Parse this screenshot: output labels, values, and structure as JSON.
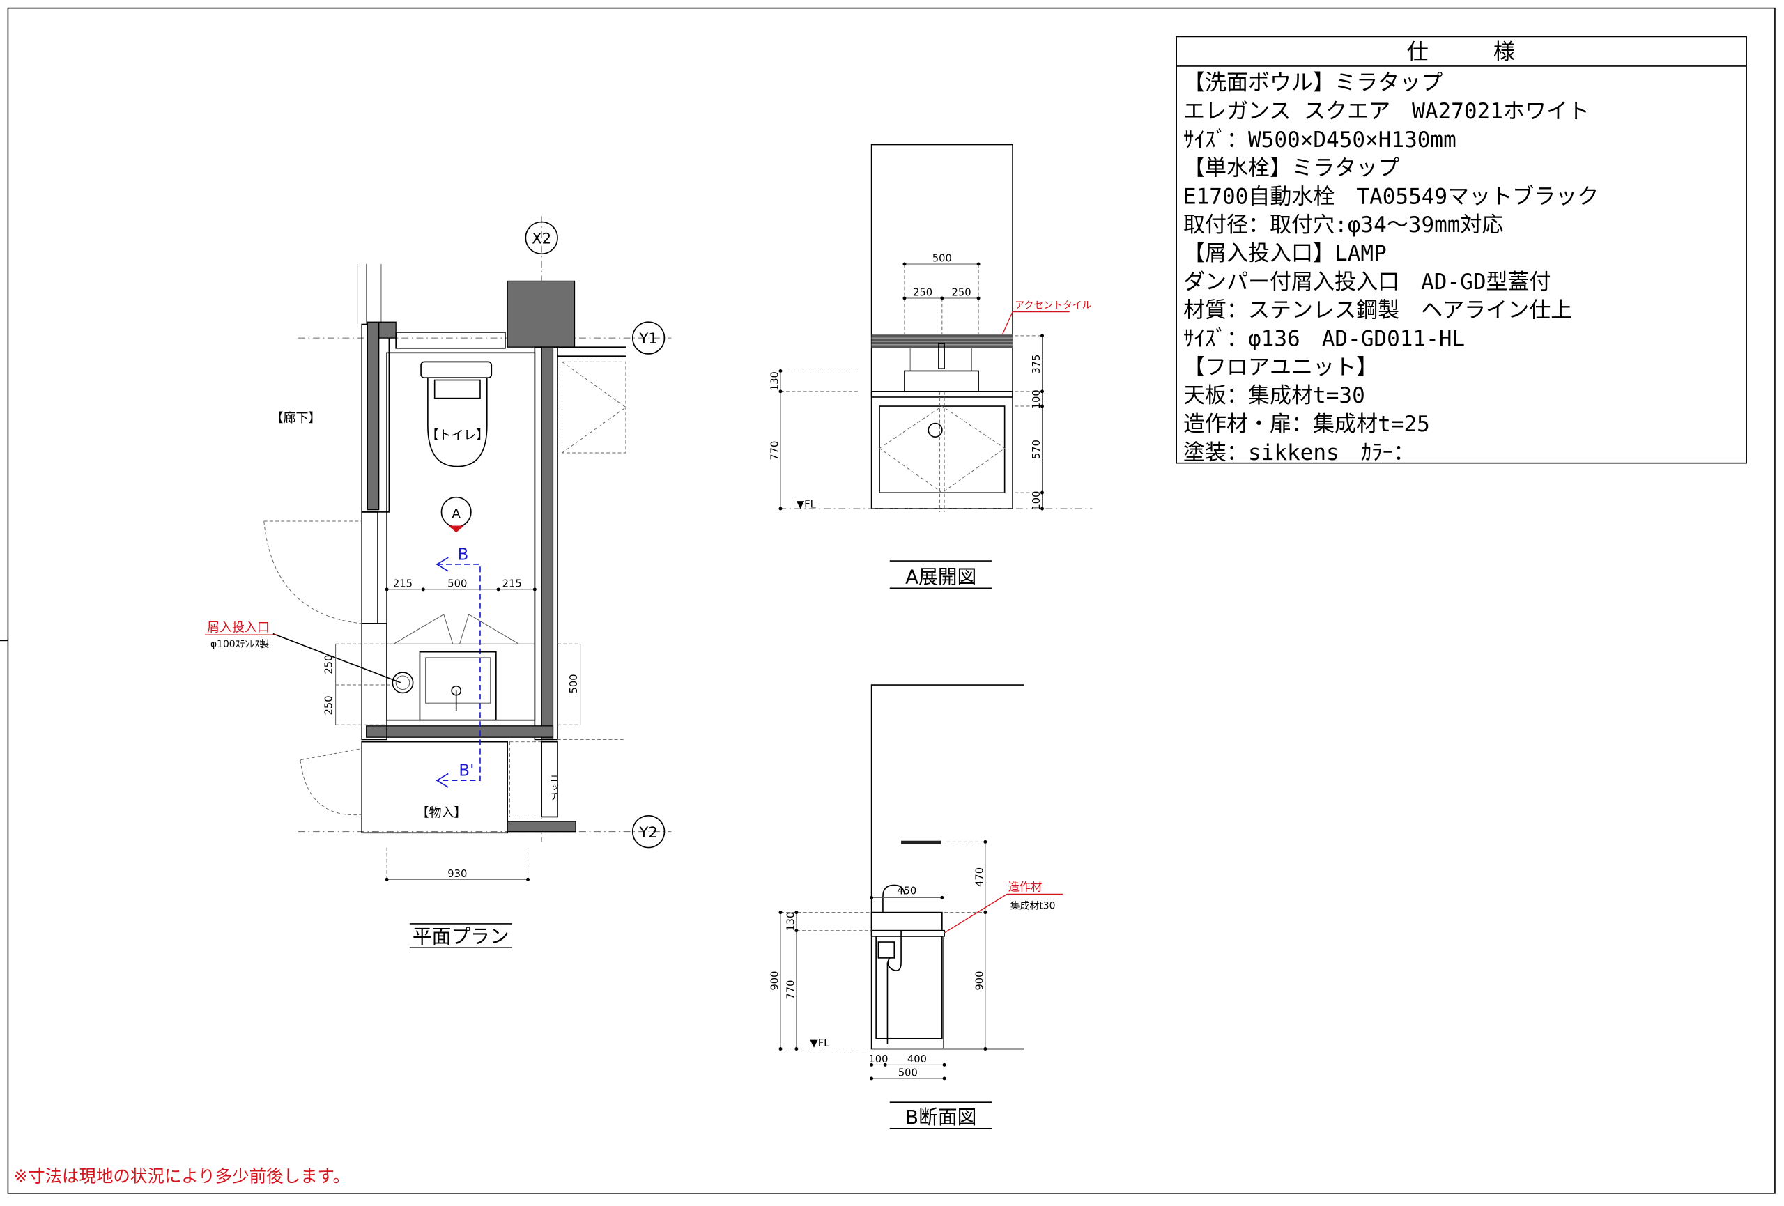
{
  "spec": {
    "title": "仕　　　様",
    "lines": [
      "【洗面ボウル】ミラタップ",
      " エレガンス スクエア　WA27021ホワイト",
      " ｻｲｽﾞ：W500×D450×H130mm",
      "【単水栓】ミラタップ",
      " E1700自動水栓　TA05549マットブラック",
      " 取付径：取付穴:φ34～39mm対応",
      "【屑入投入口】LAMP",
      " ダンパー付屑入投入口　AD-GD型蓋付",
      " 材質：ステンレス鋼製　ヘアライン仕上",
      " ｻｲｽﾞ：φ136　AD-GD011-HL",
      "【フロアユニット】",
      " 天板：集成材t=30",
      " 造作材・扉：集成材t=25",
      " 塗装：sikkens　ｶﾗｰ："
    ]
  },
  "plan": {
    "title": "平面プラン",
    "grid": {
      "x2": "X2",
      "y1": "Y1",
      "y2": "Y2"
    },
    "rooms": {
      "corridor": "【廊下】",
      "toilet": "【トイレ】",
      "storage": "【物入】",
      "niche": "ニッチ"
    },
    "marker_a": "A",
    "section_b": "B",
    "section_b2": "B'",
    "trash_label": "屑入投入口",
    "trash_sub": "φ100ｽﾃﾝﾚｽ製",
    "dims": {
      "left": "215",
      "center": "500",
      "right": "215",
      "v1": "250",
      "v2": "250",
      "v500": "500",
      "width": "930"
    }
  },
  "elevation_a": {
    "title": "A展開図",
    "accent_label": "アクセントタイル",
    "fl": "▼FL",
    "dims": {
      "top": "500",
      "half1": "250",
      "half2": "250",
      "h130": "130",
      "h770": "770",
      "r375": "375",
      "r100a": "100",
      "r570": "570",
      "r100b": "100"
    }
  },
  "section_b": {
    "title": "B断面図",
    "label": "造作材",
    "label_sub": "集成材t30",
    "fl": "▼FL",
    "dims": {
      "d450": "450",
      "h470": "470",
      "h900r": "900",
      "h900l": "900",
      "h130": "130",
      "h770": "770",
      "w100": "100",
      "w400": "400",
      "w500": "500"
    }
  },
  "note": "※寸法は現地の状況により多少前後します。"
}
